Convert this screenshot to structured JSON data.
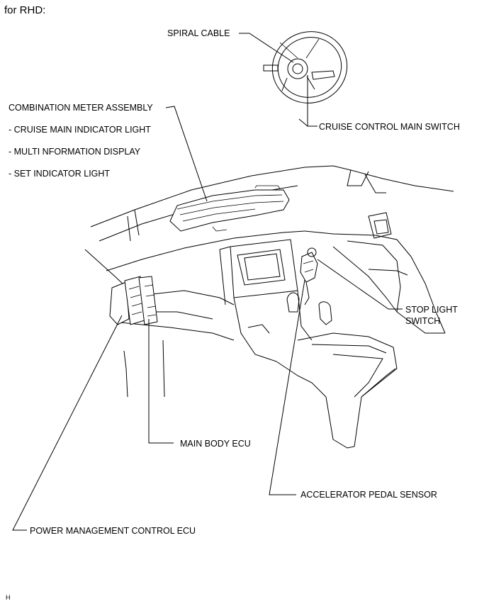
{
  "header": "for RHD:",
  "labels": {
    "spiral_cable": "SPIRAL CABLE",
    "combination_meter": "COMBINATION METER ASSEMBLY",
    "cruise_main_indicator": "- CRUISE MAIN INDICATOR LIGHT",
    "multi_info_display": "- MULTI NFORMATION DISPLAY",
    "set_indicator": "- SET INDICATOR LIGHT",
    "cruise_control_switch": "CRUISE CONTROL MAIN SWITCH",
    "stop_light_switch_1": "STOP LIGHT",
    "stop_light_switch_2": "SWITCH",
    "main_body_ecu": "MAIN BODY ECU",
    "accelerator_pedal": "ACCELERATOR PEDAL SENSOR",
    "power_mgmt_ecu": "POWER MANAGEMENT CONTROL ECU"
  },
  "footer_code": "H"
}
